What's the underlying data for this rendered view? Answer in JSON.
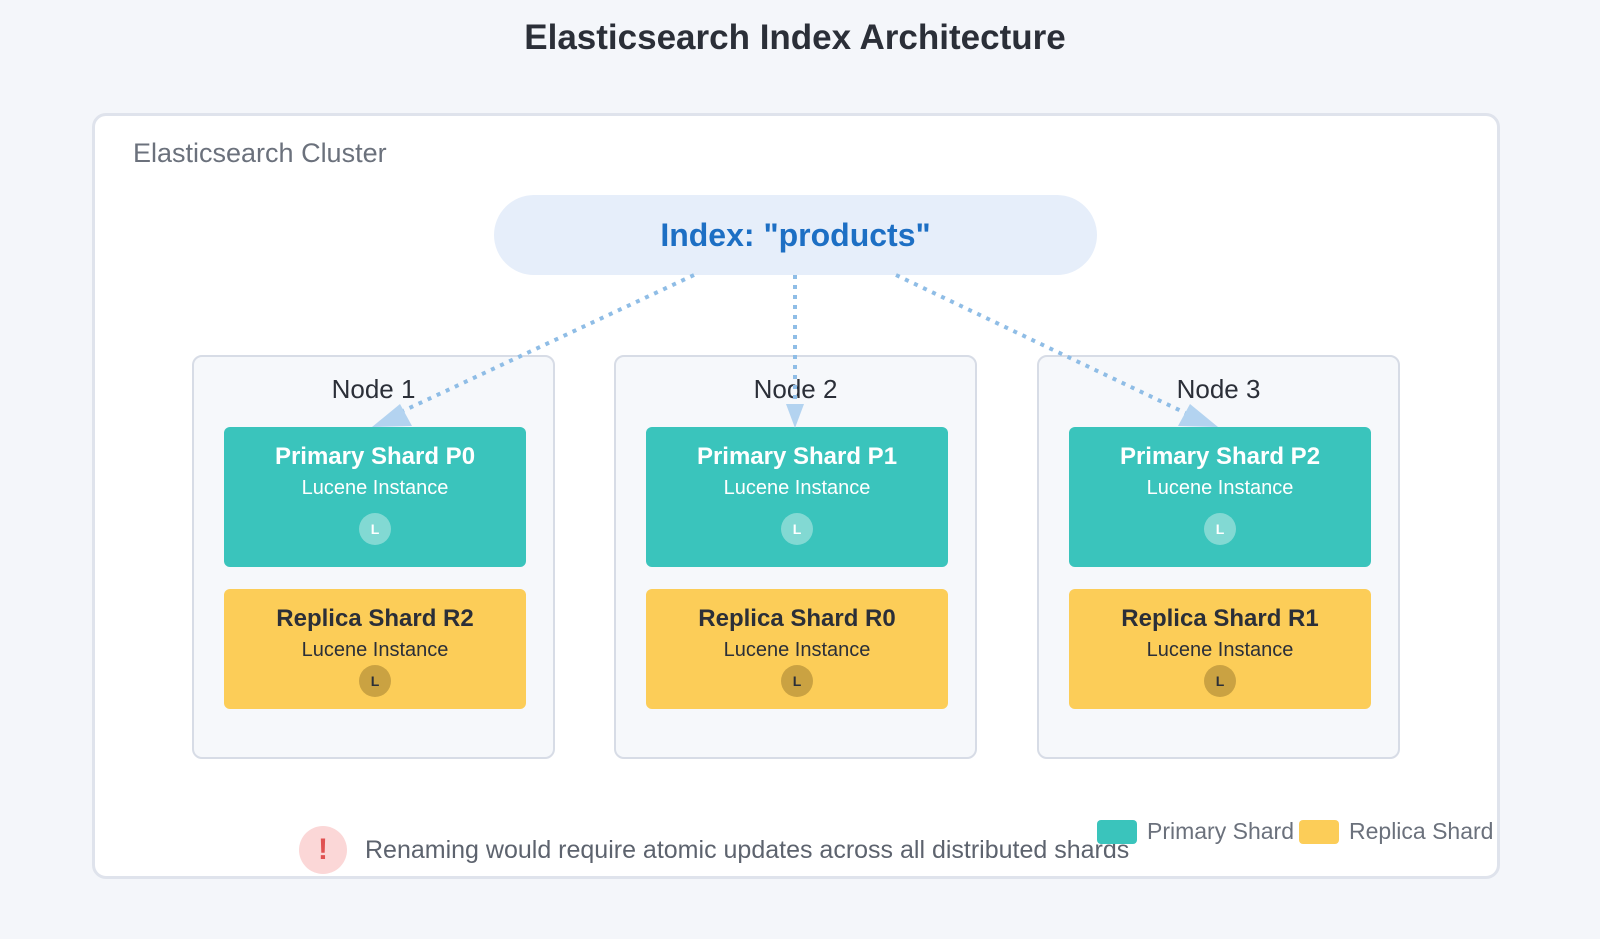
{
  "title": "Elasticsearch Index Architecture",
  "cluster": {
    "label": "Elasticsearch Cluster"
  },
  "index": {
    "label": "Index: \"products\""
  },
  "nodes": [
    {
      "label": "Node 1",
      "primary": {
        "title": "Primary Shard P0",
        "sub": "Lucene Instance",
        "badge": "L"
      },
      "replica": {
        "title": "Replica Shard R2",
        "sub": "Lucene Instance",
        "badge": "L"
      }
    },
    {
      "label": "Node 2",
      "primary": {
        "title": "Primary Shard P1",
        "sub": "Lucene Instance",
        "badge": "L"
      },
      "replica": {
        "title": "Replica Shard R0",
        "sub": "Lucene Instance",
        "badge": "L"
      }
    },
    {
      "label": "Node 3",
      "primary": {
        "title": "Primary Shard P2",
        "sub": "Lucene Instance",
        "badge": "L"
      },
      "replica": {
        "title": "Replica Shard R1",
        "sub": "Lucene Instance",
        "badge": "L"
      }
    }
  ],
  "warning": {
    "icon": "exclamation-icon",
    "symbol": "!",
    "text": "Renaming would require atomic updates across all distributed shards"
  },
  "legend": [
    {
      "label": "Primary Shard",
      "color": "#3ac4bc"
    },
    {
      "label": "Replica Shard",
      "color": "#fccd58"
    }
  ],
  "colors": {
    "primary": "#3ac4bc",
    "replica": "#fccd58",
    "index_text": "#1d6fc4",
    "connector": "#8fbde6",
    "warning": "#e05252"
  }
}
